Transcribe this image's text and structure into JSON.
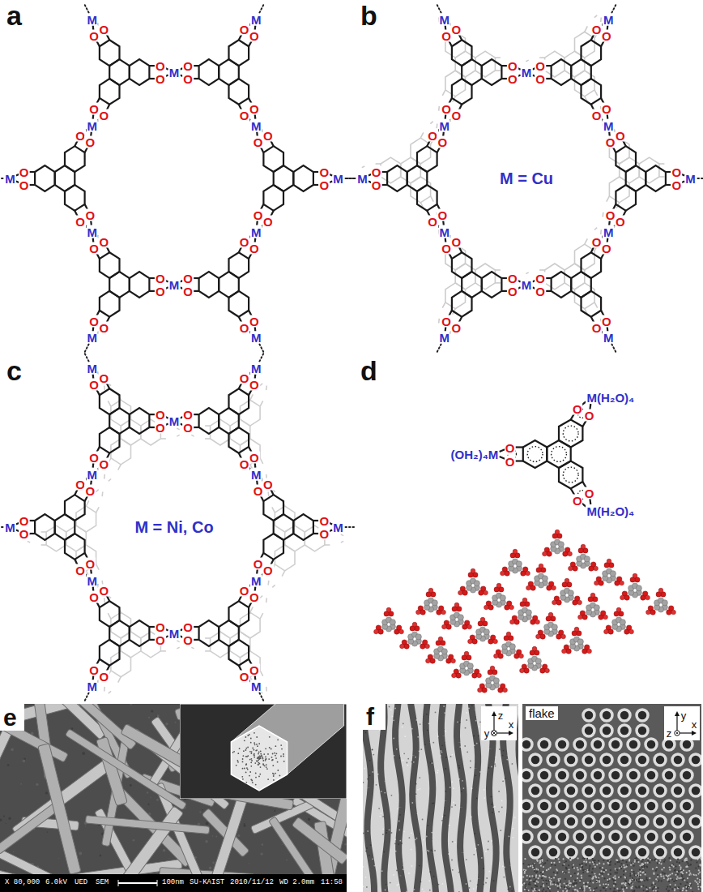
{
  "diagram": {
    "labels": [
      "a",
      "O",
      "O",
      "O",
      "O",
      "O",
      "O",
      "O",
      "O",
      "O",
      "O",
      "O",
      "O",
      "O",
      "O",
      "O",
      "O",
      "O",
      "O",
      "O",
      "O",
      "O",
      "O",
      "O",
      "O",
      "O",
      "O",
      "O",
      "O",
      "O",
      "O",
      "O",
      "O",
      "O",
      "O",
      "O",
      "O",
      "M",
      "M",
      "M",
      "M",
      "M",
      "M",
      "M",
      "M",
      "M",
      "M",
      "M",
      "M",
      "b",
      "O",
      "O",
      "O",
      "O",
      "O",
      "O",
      "O",
      "O",
      "O",
      "O",
      "O",
      "O",
      "O",
      "O",
      "O",
      "O",
      "O",
      "O",
      "O",
      "O",
      "O",
      "O",
      "O",
      "O",
      "O",
      "O",
      "O",
      "O",
      "O",
      "O",
      "O",
      "O",
      "O",
      "O",
      "O",
      "O",
      "M",
      "M",
      "M",
      "M",
      "M",
      "M",
      "M",
      "M",
      "M",
      "M",
      "M",
      "M",
      "M = Cu",
      "c",
      "O",
      "O",
      "O",
      "O",
      "O",
      "O",
      "O",
      "O",
      "O",
      "O",
      "O",
      "O",
      "O",
      "O",
      "O",
      "O",
      "O",
      "O",
      "O",
      "O",
      "O",
      "O",
      "O",
      "O",
      "O",
      "O",
      "O",
      "O",
      "O",
      "O",
      "O",
      "O",
      "O",
      "O",
      "O",
      "O",
      "M",
      "M",
      "M",
      "M",
      "M",
      "M",
      "M",
      "M",
      "M",
      "M",
      "M",
      "M",
      "M = Ni, Co",
      "d",
      "M(H₂O)₄",
      "(OH₂)₄M",
      "M(H₂O)₄",
      "O",
      "O",
      "O",
      "O",
      "O",
      "O",
      "e",
      "X 80,000",
      "6.0kV",
      "UED",
      "SEM",
      "100nm",
      "SU-KAIST",
      "2010/11/12",
      "WD 2.0mm",
      "11:58",
      "f",
      "z",
      "y",
      "x",
      "flake",
      "y",
      "z",
      "x"
    ]
  }
}
